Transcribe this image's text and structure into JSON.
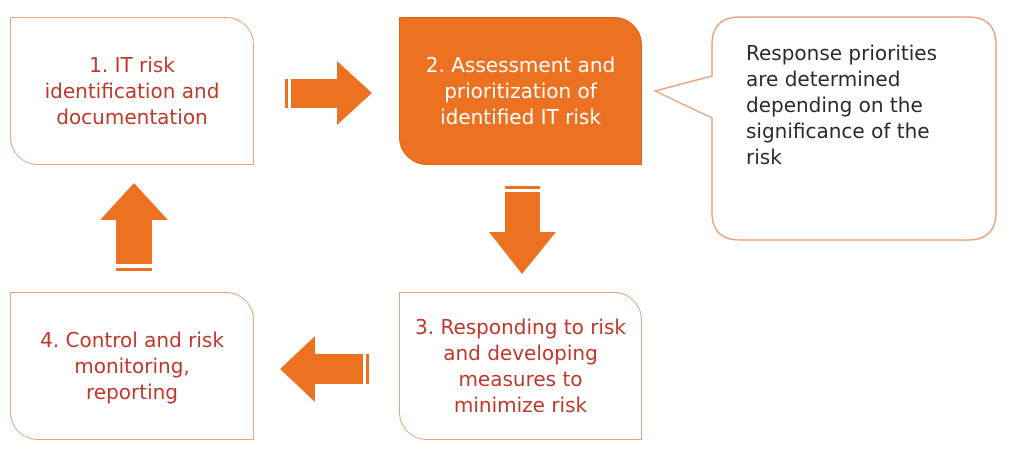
{
  "steps": {
    "step1": "1. IT risk identification and documentation",
    "step2": "2. Assessment and prioritization of identified IT risk",
    "step3": "3. Responding to risk and developing measures to minimize risk",
    "step4": "4. Control and risk monitoring, reporting"
  },
  "callout": {
    "text": "Response priorities are determined depending on the significance of the risk"
  },
  "colors": {
    "accent": "#ec7120",
    "text_red": "#c0392b",
    "border": "#e9a37f"
  },
  "icons": [
    "arrow-right-icon",
    "arrow-down-icon",
    "arrow-left-icon",
    "arrow-up-icon"
  ]
}
